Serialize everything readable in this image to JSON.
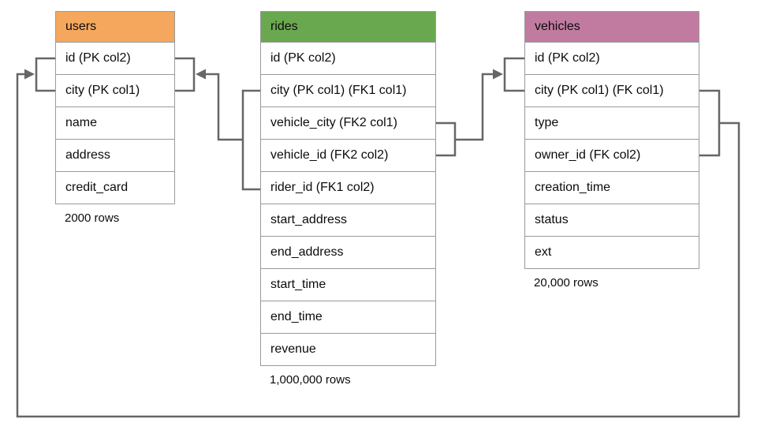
{
  "diagram": {
    "type": "database-schema-erd",
    "tables": [
      {
        "name": "users",
        "header_color": "#F4A75D",
        "columns": [
          "id (PK col2)",
          "city (PK col1)",
          "name",
          "address",
          "credit_card"
        ],
        "row_count_label": "2000 rows"
      },
      {
        "name": "rides",
        "header_color": "#6AA84F",
        "columns": [
          "id (PK col2)",
          "city (PK col1) (FK1 col1)",
          "vehicle_city (FK2 col1)",
          "vehicle_id (FK2 col2)",
          "rider_id (FK1 col2)",
          "start_address",
          "end_address",
          "start_time",
          "end_time",
          "revenue"
        ],
        "row_count_label": "1,000,000 rows"
      },
      {
        "name": "vehicles",
        "header_color": "#C27BA0",
        "columns": [
          "id (PK col2)",
          "city (PK col1) (FK col1)",
          "type",
          "owner_id (FK col2)",
          "creation_time",
          "status",
          "ext"
        ],
        "row_count_label": "20,000 rows"
      }
    ],
    "relationships": [
      {
        "from": "rides (city FK1 col1, rider_id FK1 col2)",
        "to": "users (id, city)"
      },
      {
        "from": "rides (vehicle_city FK2 col1, vehicle_id FK2 col2)",
        "to": "vehicles (id, city)"
      },
      {
        "from": "vehicles (city FK col1, owner_id FK col2)",
        "to": "users (id, city)"
      }
    ],
    "colors": {
      "connector_line": "#666666",
      "table_border": "#9A9A9A",
      "text": "#0B0B0B",
      "background": "#FFFFFF",
      "users_header": "#F4A75D",
      "rides_header": "#6AA84F",
      "vehicles_header": "#C27BA0"
    }
  }
}
